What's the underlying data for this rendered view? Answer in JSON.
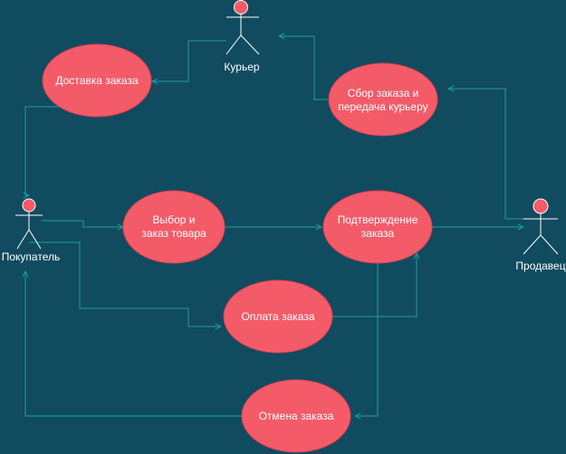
{
  "colors": {
    "background": "#114b5f",
    "connector": "#1a9fa6",
    "node_fill": "#f45b69",
    "node_stroke": "#de3f51",
    "node_text": "#ffffff",
    "actor_fill": "#f45b69",
    "actor_stroke": "#ffffff",
    "actor_text": "#ffffff"
  },
  "actors": {
    "courier": {
      "label": "Курьер"
    },
    "buyer": {
      "label": "Покупатель"
    },
    "seller": {
      "label": "Продавец"
    }
  },
  "use_cases": {
    "delivery": {
      "lines": [
        "Доставка заказа"
      ]
    },
    "assembly": {
      "lines": [
        "Сбор заказа и",
        "передача курьеру"
      ]
    },
    "select": {
      "lines": [
        "Выбор и",
        "заказ товара"
      ]
    },
    "confirm": {
      "lines": [
        "Подтверждение",
        "заказа"
      ]
    },
    "payment": {
      "lines": [
        "Оплата заказа"
      ]
    },
    "cancel": {
      "lines": [
        "Отмена заказа"
      ]
    }
  }
}
